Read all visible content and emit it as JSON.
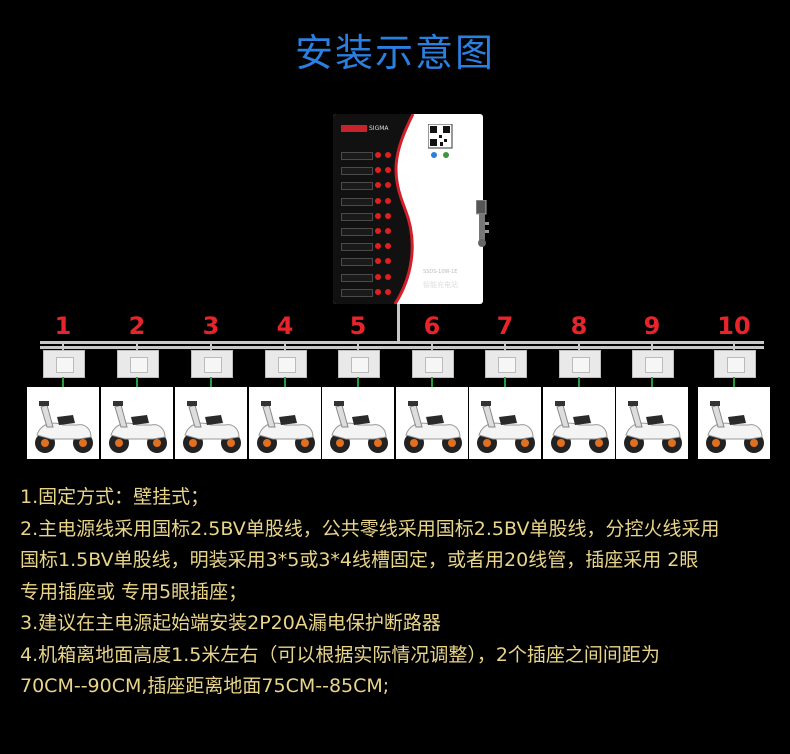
{
  "title": "安装示意图",
  "cabinet": {
    "brand": "SIGMA",
    "model": "SSDS-10W-1E",
    "name": "智能充电站",
    "ports": 10
  },
  "ports": [
    "1",
    "2",
    "3",
    "4",
    "5",
    "6",
    "7",
    "8",
    "9",
    "10"
  ],
  "colors": {
    "title": "#2a7fe0",
    "numbers": "#e8242a",
    "notes": "#e8d48a"
  },
  "notes": [
    "1.固定方式：壁挂式；",
    "2.主电源线采用国标2.5BV单股线，公共零线采用国标2.5BV单股线，分控火线采用",
    "国标1.5BV单股线，明装采用3*5或3*4线槽固定，或者用20线管，插座采用 2眼",
    " 专用插座或 专用5眼插座；",
    "3.建议在主电源起始端安装2P20A漏电保护断路器",
    "4.机箱离地面高度1.5米左右（可以根据实际情况调整），2个插座之间间距为",
    "70CM--90CM,插座距离地面75CM--85CM;"
  ]
}
